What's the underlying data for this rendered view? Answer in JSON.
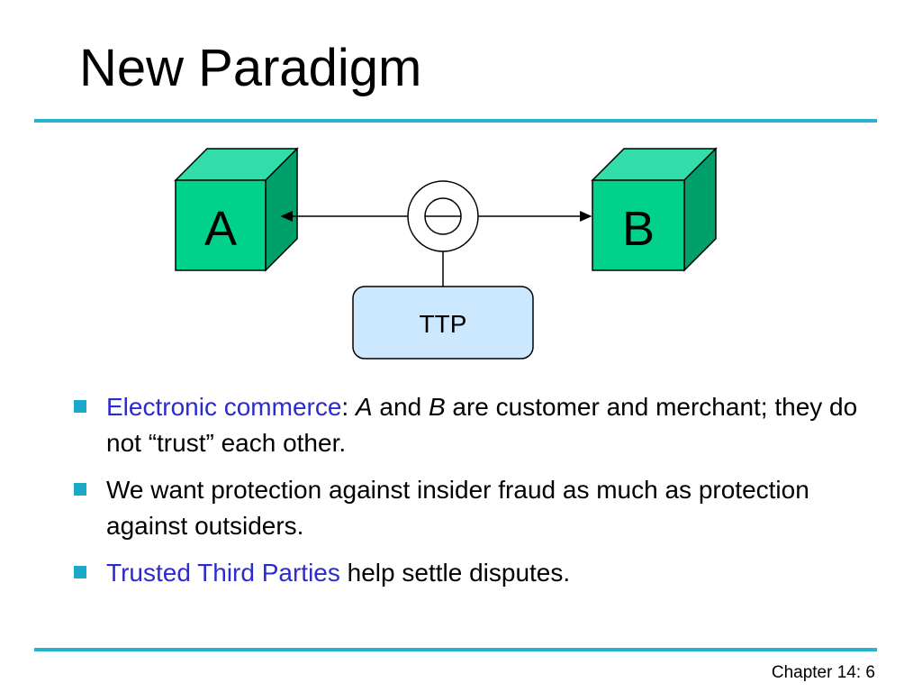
{
  "slide": {
    "title": "New Paradigm",
    "footer": "Chapter 14: 6"
  },
  "colors": {
    "rule": "#28B4C8",
    "bullet": "#1AA9C8",
    "term": "#2B2BD0",
    "cube_front": "#00D28C",
    "cube_top": "#33DDAA",
    "cube_side": "#00A06A",
    "ttp_fill": "#CCE8FF"
  },
  "diagram": {
    "party_a": "A",
    "party_b": "B",
    "ttp": "TTP",
    "center_icon": "theta-ring-icon"
  },
  "bullets": [
    {
      "term": "Electronic commerce",
      "colon": ":",
      "var_a": "A",
      "and": " and ",
      "var_b": "B",
      "rest": " are customer and merchant; they do not “trust” each other."
    },
    {
      "text": "We want protection against insider fraud as much as protection against outsiders."
    },
    {
      "term": "Trusted Third Parties",
      "rest": " help settle disputes."
    }
  ]
}
